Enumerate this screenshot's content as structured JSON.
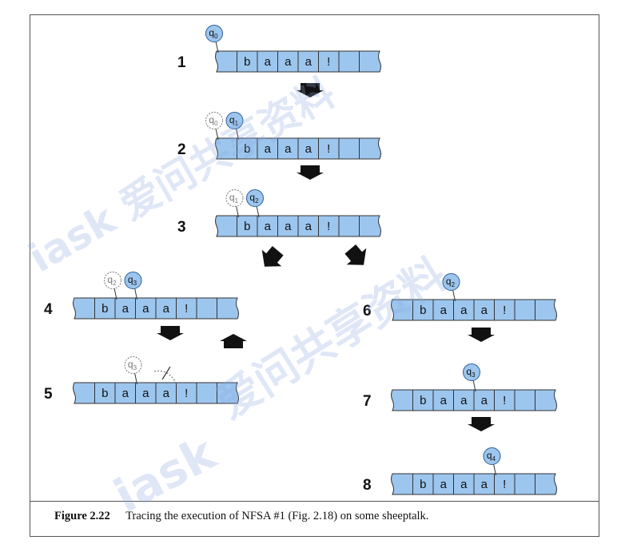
{
  "caption": {
    "label": "Figure 2.22",
    "text": "Tracing the execution of NFSA #1 (Fig. 2.18) on some sheeptalk."
  },
  "symbols": [
    "b",
    "a",
    "a",
    "a",
    "!"
  ],
  "steps": [
    {
      "number": "1",
      "states": [
        {
          "q": "0",
          "cell": 0,
          "active": true
        }
      ]
    },
    {
      "number": "2",
      "states": [
        {
          "q": "0",
          "cell": 0,
          "active": false
        },
        {
          "q": "1",
          "cell": 1,
          "active": true
        }
      ]
    },
    {
      "number": "3",
      "states": [
        {
          "q": "1",
          "cell": 1,
          "active": false
        },
        {
          "q": "2",
          "cell": 2,
          "active": true
        }
      ]
    },
    {
      "number": "4",
      "states": [
        {
          "q": "2",
          "cell": 2,
          "active": false
        },
        {
          "q": "3",
          "cell": 3,
          "active": true
        }
      ]
    },
    {
      "number": "5",
      "states": [
        {
          "q": "3",
          "cell": 3,
          "active": false
        }
      ],
      "failed": true
    },
    {
      "number": "6",
      "states": [
        {
          "q": "2",
          "cell": 3,
          "active": true
        }
      ]
    },
    {
      "number": "7",
      "states": [
        {
          "q": "3",
          "cell": 4,
          "active": true
        }
      ]
    },
    {
      "number": "8",
      "states": [
        {
          "q": "4",
          "cell": 5,
          "active": true
        }
      ]
    }
  ],
  "watermark": {
    "chinese": "爱问共享资料",
    "latin": "iask"
  },
  "colors": {
    "tape": "#9cc6ee",
    "active_state": "#9cc6ee",
    "inactive_state": "#ffffff",
    "arrow": "#111111",
    "stroke": "#333333"
  }
}
